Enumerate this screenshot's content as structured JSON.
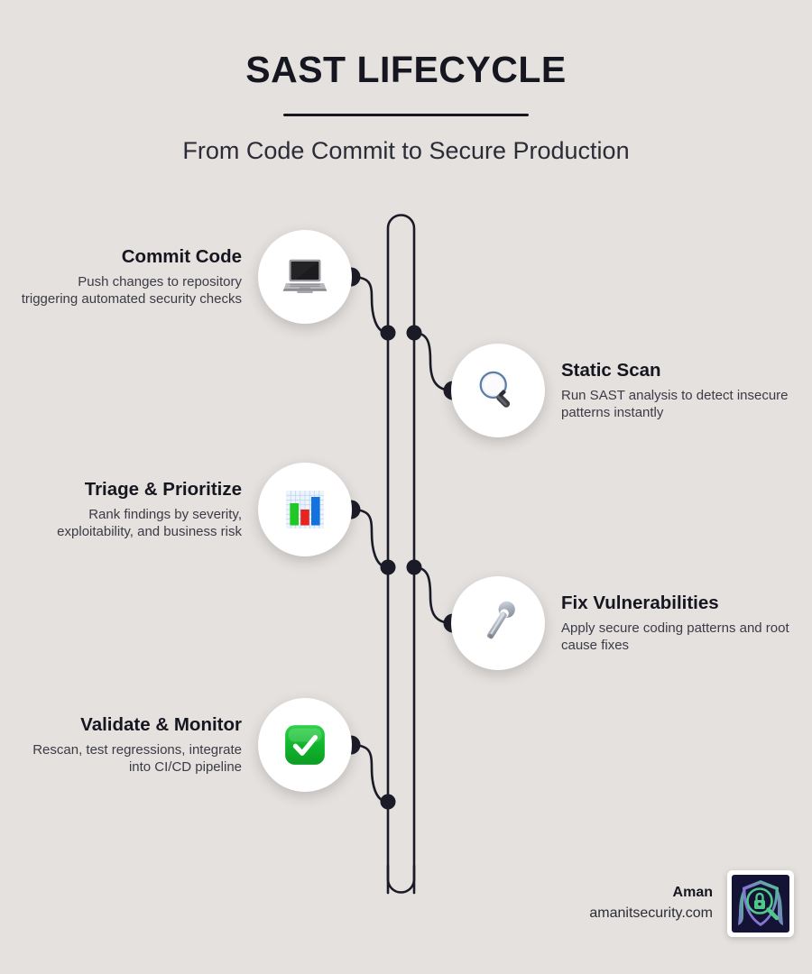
{
  "header": {
    "title": "SAST LIFECYCLE",
    "subtitle": "From Code Commit to Secure Production"
  },
  "colors": {
    "background": "#e5e1df",
    "ink": "#15161f",
    "body_text": "#3a3b45",
    "connector": "#1a1b26",
    "circle_fill": "#ffffff",
    "logo_dark": "#141336",
    "logo_purple": "#8b6fd4",
    "logo_green": "#4fc98a"
  },
  "steps": [
    {
      "id": "commit-code",
      "side": "left",
      "title": "Commit Code",
      "description": "Push changes to repository triggering automated security checks",
      "icon": "laptop-icon"
    },
    {
      "id": "static-scan",
      "side": "right",
      "title": "Static Scan",
      "description": "Run SAST analysis to detect insecure patterns instantly",
      "icon": "magnifying-glass-icon"
    },
    {
      "id": "triage-prioritize",
      "side": "left",
      "title": "Triage & Prioritize",
      "description": "Rank findings by severity, exploitability, and business risk",
      "icon": "bar-chart-icon"
    },
    {
      "id": "fix-vulnerabilities",
      "side": "right",
      "title": "Fix Vulnerabilities",
      "description": "Apply secure coding patterns and root cause fixes",
      "icon": "wrench-icon"
    },
    {
      "id": "validate-monitor",
      "side": "left",
      "title": "Validate & Monitor",
      "description": "Rescan, test regressions, integrate into CI/CD pipeline",
      "icon": "check-mark-button-icon"
    }
  ],
  "footer": {
    "brand_name": "Aman",
    "website": "amanitsecurity.com",
    "logo": "shield-lock-magnifier-logo"
  }
}
